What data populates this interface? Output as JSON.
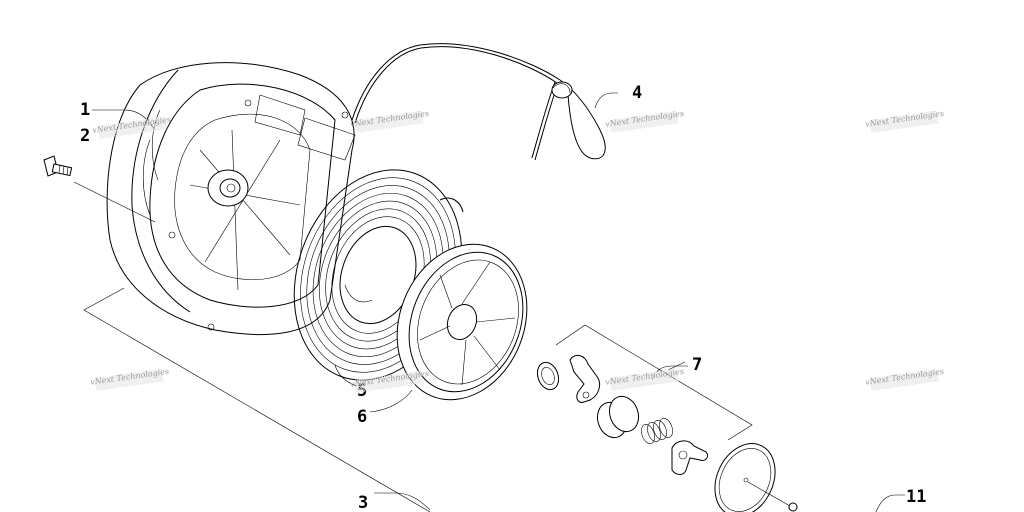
{
  "callouts": [
    {
      "id": "1",
      "label": "1"
    },
    {
      "id": "2",
      "label": "2"
    },
    {
      "id": "3",
      "label": "3"
    },
    {
      "id": "4",
      "label": "4"
    },
    {
      "id": "5",
      "label": "5"
    },
    {
      "id": "6",
      "label": "6"
    },
    {
      "id": "7",
      "label": "7"
    },
    {
      "id": "11",
      "label": "11"
    }
  ],
  "watermark": {
    "text": "vNext Technologies",
    "color": "#9a9a9a"
  },
  "colors": {
    "line": "#000000",
    "background": "#ffffff"
  }
}
